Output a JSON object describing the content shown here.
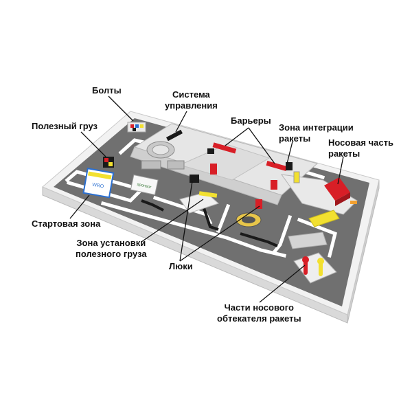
{
  "labels": {
    "bolts": "Болты",
    "control_system": "Система\nуправления",
    "payload": "Полезный груз",
    "barriers": "Барьеры",
    "rocket_integration_zone": "Зона интеграции\nракеты",
    "rocket_nose": "Носовая часть\nракеты",
    "start_zone": "Стартовая зона",
    "payload_install_zone": "Зона установки\nполезного груза",
    "hatches": "Люки",
    "nose_fairing_parts": "Части носового\nобтекателя ракеты"
  },
  "sign_texts": {
    "wro_sign": "WRO",
    "sponsor_sign": "sponsor"
  },
  "colors": {
    "field_gray": "#6d6d6d",
    "border_white": "#efefef",
    "track_white": "#ffffff",
    "accent_red": "#d81e26",
    "accent_yellow": "#f2e030",
    "platform_light": "#e4e4e4"
  }
}
